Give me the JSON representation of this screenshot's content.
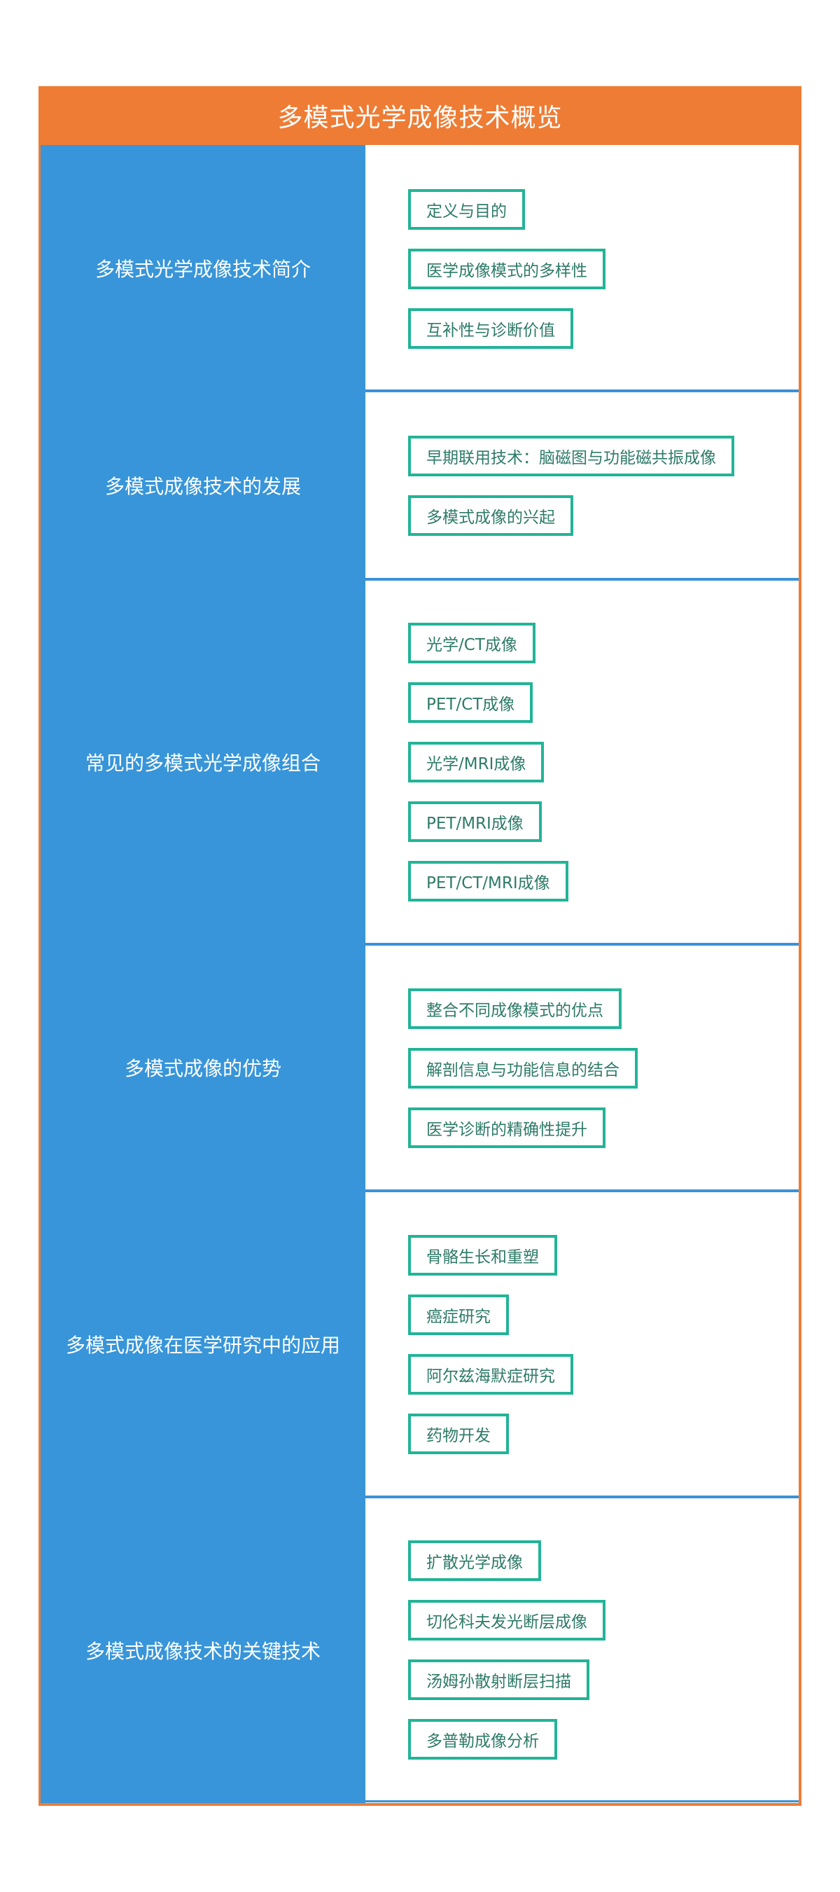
{
  "title": "多模式光学成像技术概览",
  "colors": {
    "header": "#ee7c34",
    "left_panel": "#3895d9",
    "divider": "#3a92d8",
    "box_border": "#22b497",
    "box_text": "#2e7b68"
  },
  "sections": [
    {
      "label": "多模式光学成像技术简介",
      "items": [
        "定义与目的",
        "医学成像模式的多样性",
        "互补性与诊断价值"
      ]
    },
    {
      "label": "多模式成像技术的发展",
      "items": [
        "早期联用技术：脑磁图与功能磁共振成像",
        "多模式成像的兴起"
      ]
    },
    {
      "label": "常见的多模式光学成像组合",
      "items": [
        "光学/CT成像",
        "PET/CT成像",
        "光学/MRI成像",
        "PET/MRI成像",
        "PET/CT/MRI成像"
      ]
    },
    {
      "label": "多模式成像的优势",
      "items": [
        "整合不同成像模式的优点",
        "解剖信息与功能信息的结合",
        "医学诊断的精确性提升"
      ]
    },
    {
      "label": "多模式成像在医学研究中的应用",
      "items": [
        "骨骼生长和重塑",
        "癌症研究",
        "阿尔兹海默症研究",
        "药物开发"
      ]
    },
    {
      "label": "多模式成像技术的关键技术",
      "items": [
        "扩散光学成像",
        "切伦科夫发光断层成像",
        "汤姆孙散射断层扫描",
        "多普勒成像分析"
      ]
    }
  ]
}
